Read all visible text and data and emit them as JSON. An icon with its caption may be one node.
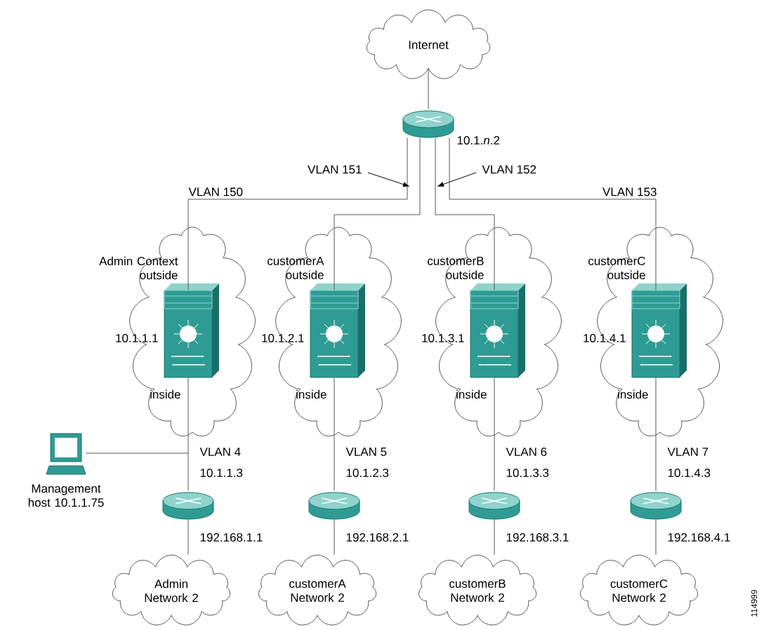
{
  "diagram": {
    "nodes": [
      {
        "text": [
          "Internet"
        ]
      },
      {
        "text": [],
        "shape": "router",
        "beside": [
          "10.1.*n*.2"
        ]
      },
      {
        "text": [
          "Admin Context outside",
          "10.1.1.1",
          "inside"
        ]
      },
      {
        "text": [],
        "shape": "firewall",
        "in": 2
      },
      {
        "text": [
          "customerA outside",
          "10.1.2.1",
          "inside"
        ]
      },
      {
        "text": [],
        "shape": "firewall",
        "in": 4
      },
      {
        "text": [
          "customerB outside",
          "10.1.3.1",
          "inside"
        ]
      },
      {
        "text": [],
        "shape": "firewall",
        "in": 6
      },
      {
        "text": [
          "customerC outside",
          "10.1.4.1",
          "inside"
        ]
      },
      {
        "text": [],
        "shape": "firewall",
        "in": 8
      },
      {
        "text": [],
        "shape": "computer",
        "beside": [
          "Management host 10.1.1.75"
        ]
      },
      {
        "text": [],
        "shape": "router",
        "beside": [
          "10.1.1.3",
          "192.168.1.1"
        ]
      },
      {
        "text": [],
        "shape": "router",
        "beside": [
          "10.1.2.3",
          "192.168.2.1"
        ]
      },
      {
        "text": [],
        "shape": "router",
        "beside": [
          "10.1.3.3",
          "192.168.3.1"
        ]
      },
      {
        "text": [],
        "shape": "router",
        "beside": [
          "10.1.4.3",
          "192.168.4.1"
        ]
      },
      {
        "text": [
          "Admin Network 2"
        ]
      },
      {
        "text": [
          "customerA Network 2"
        ]
      },
      {
        "text": [
          "customerB Network 2"
        ]
      },
      {
        "text": [
          "customerC Network 2"
        ]
      }
    ],
    "edges": [
      {
        "from": 0,
        "to": 1,
        "arrow": "none"
      },
      {
        "from": 1,
        "to": 3,
        "arrow": "none",
        "label": "VLAN 150"
      },
      {
        "from": 1,
        "to": 5,
        "arrow": "none",
        "label": "VLAN 151"
      },
      {
        "from": 1,
        "to": 7,
        "arrow": "none",
        "label": "VLAN 152"
      },
      {
        "from": 1,
        "to": 9,
        "arrow": "none",
        "label": "VLAN 153"
      },
      {
        "from": 3,
        "to": 11,
        "arrow": "none",
        "label": "VLAN 4"
      },
      {
        "from": 5,
        "to": 12,
        "arrow": "none",
        "label": "VLAN 5"
      },
      {
        "from": 7,
        "to": 13,
        "arrow": "none",
        "label": "VLAN 6"
      },
      {
        "from": 9,
        "to": 14,
        "arrow": "none",
        "label": "VLAN 7"
      },
      {
        "from": 10,
        "to": null,
        "arrow": "none"
      },
      {
        "from": 11,
        "to": 15,
        "arrow": "none"
      },
      {
        "from": 12,
        "to": 16,
        "arrow": "none"
      },
      {
        "from": 13,
        "to": 17,
        "arrow": "none"
      },
      {
        "from": 14,
        "to": 18,
        "arrow": "none"
      }
    ],
    "labels": [
      "114999"
    ]
  }
}
